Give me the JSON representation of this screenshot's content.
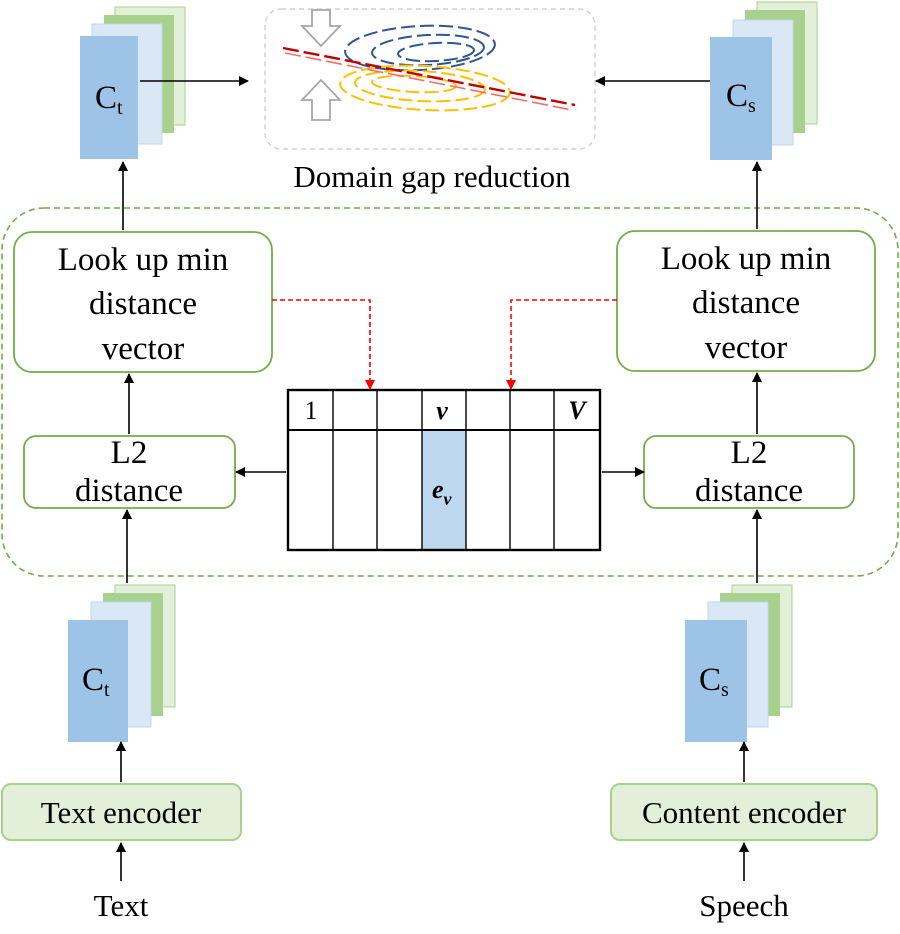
{
  "top": {
    "title": "Domain gap reduction"
  },
  "stacks": {
    "text_top": {
      "main": "C",
      "sub": "t"
    },
    "speech_top": {
      "main": "C",
      "sub": "s"
    },
    "text_bottom": {
      "main": "C",
      "sub": "t"
    },
    "speech_bottom": {
      "main": "C",
      "sub": "s"
    }
  },
  "lookup": {
    "left": {
      "line1": "Look up min",
      "line2": "distance",
      "line3": "vector"
    },
    "right": {
      "line1": "Look up min",
      "line2": "distance",
      "line3": "vector"
    }
  },
  "l2": {
    "left": {
      "line1": "L2",
      "line2": "distance"
    },
    "right": {
      "line1": "L2",
      "line2": "distance"
    }
  },
  "codebook": {
    "first_label": "1",
    "mid_label": "v",
    "last_label": "V",
    "entry_label": "e",
    "entry_sub": "v"
  },
  "encoders": {
    "text": "Text encoder",
    "content": "Content encoder"
  },
  "inputs": {
    "text": "Text",
    "speech": "Speech"
  },
  "colors": {
    "stack_blue": "#9dc3e6",
    "stack_light_blue": "#dae8f6",
    "stack_green": "#a9d18e",
    "stack_light_green": "#e2f0d9",
    "box_border_green": "#70ad47",
    "encoder_fill": "#e2f0d9",
    "highlight_blue": "#bdd7ee",
    "dashed_red": "#ff0000",
    "dashed_green": "#70ad47",
    "ellipse_blue": "#2f5597",
    "ellipse_yellow": "#ffc000"
  }
}
